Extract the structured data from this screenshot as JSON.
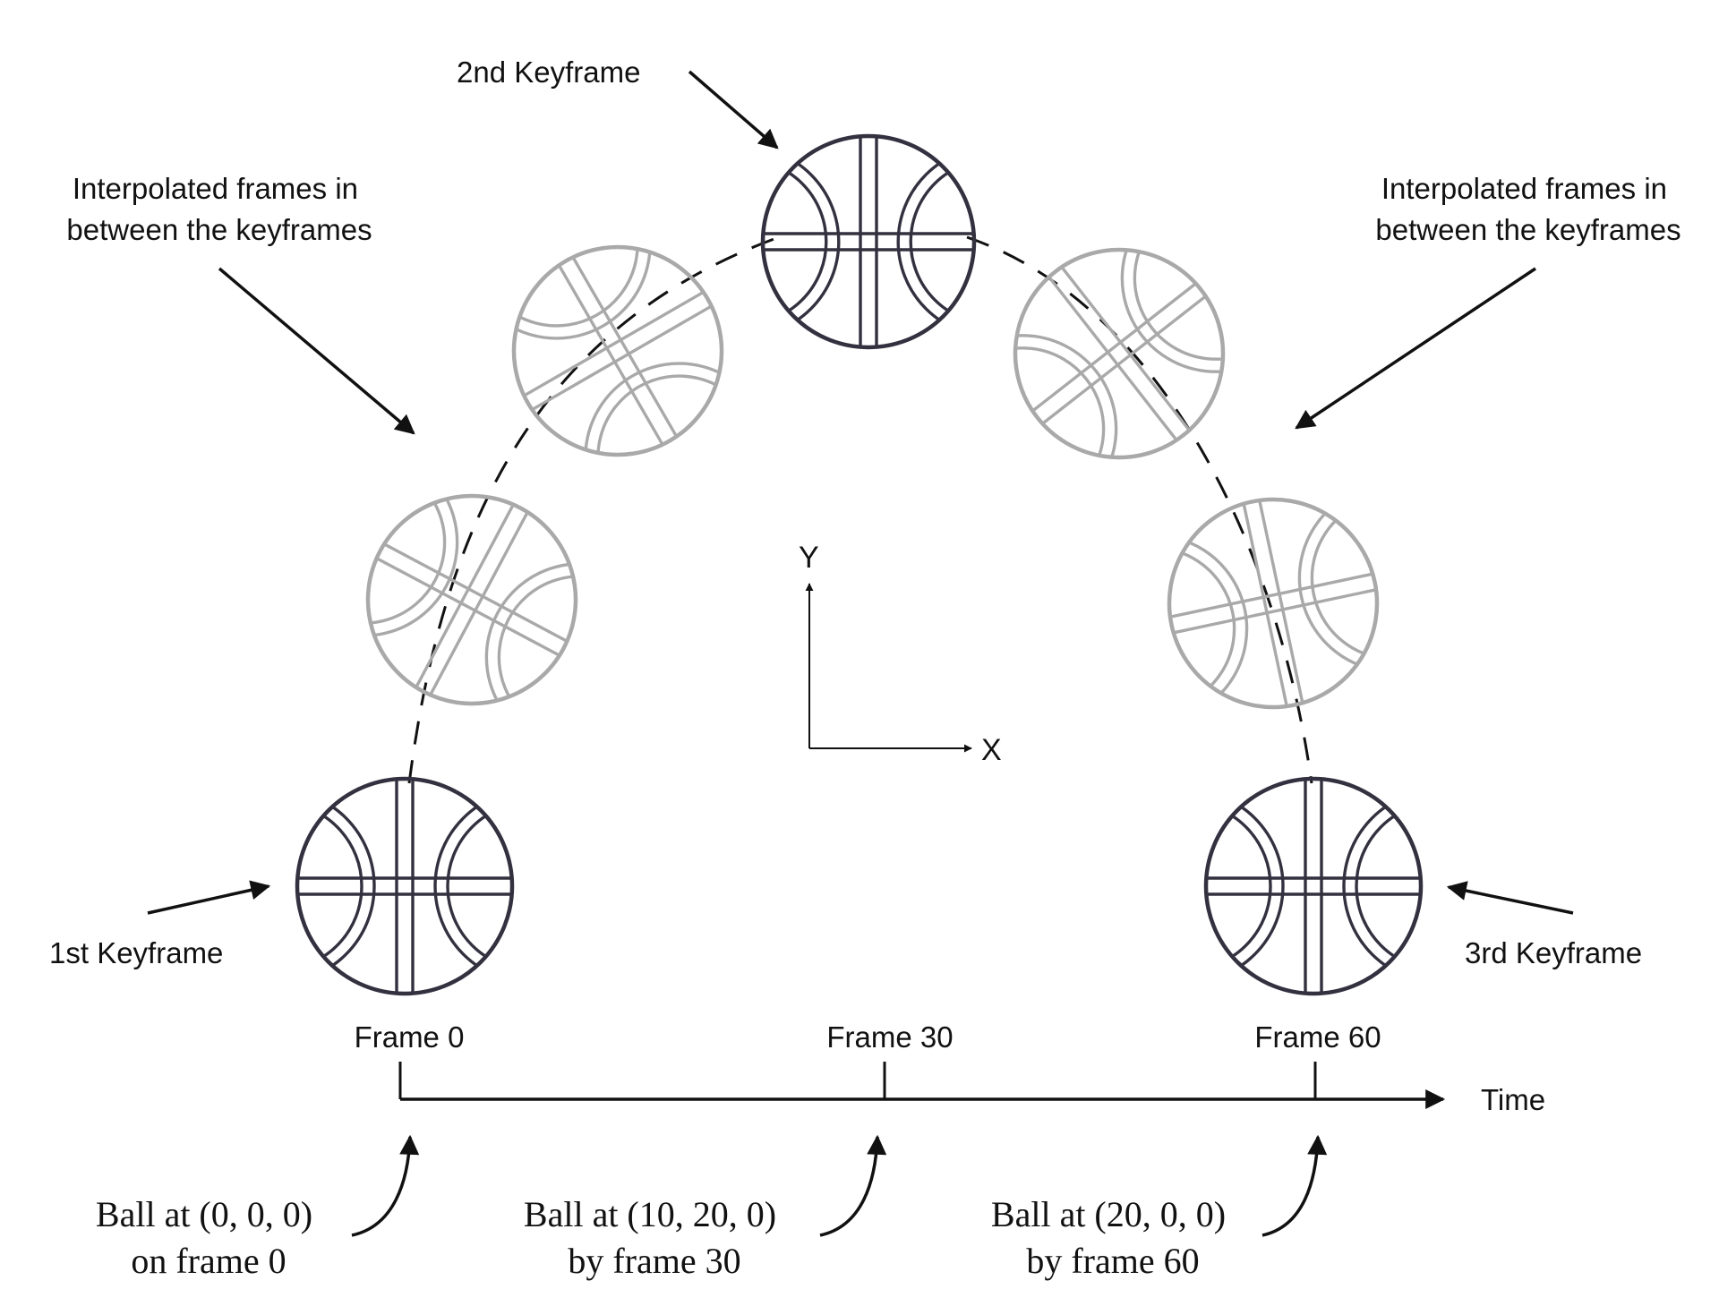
{
  "colors": {
    "keyframe_ball": "#33313f",
    "interpolated_ball": "#a9a9a9",
    "line": "#111111"
  },
  "labels": {
    "key1": "1st Keyframe",
    "key2": "2nd Keyframe",
    "key3": "3rd Keyframe",
    "interp_left": [
      "Interpolated frames in",
      "between the keyframes"
    ],
    "interp_right": [
      "Interpolated frames in",
      "between the keyframes"
    ]
  },
  "axes": {
    "y": "Y",
    "x": "X"
  },
  "timeline": {
    "label": "Time",
    "frames": [
      "Frame 0",
      "Frame 30",
      "Frame 60"
    ]
  },
  "notes": [
    [
      "Ball at (0, 0, 0)",
      "on frame 0"
    ],
    [
      "Ball at (10, 20, 0)",
      "by frame 30"
    ],
    [
      "Ball at (20, 0, 0)",
      "by frame 60"
    ]
  ],
  "balls": [
    {
      "kind": "keyframe",
      "rotation": 0
    },
    {
      "kind": "interpolated",
      "rotation": 28
    },
    {
      "kind": "interpolated",
      "rotation": 60
    },
    {
      "kind": "keyframe",
      "rotation": 0
    },
    {
      "kind": "interpolated",
      "rotation": -38
    },
    {
      "kind": "interpolated",
      "rotation": -12
    },
    {
      "kind": "keyframe",
      "rotation": 0
    }
  ]
}
